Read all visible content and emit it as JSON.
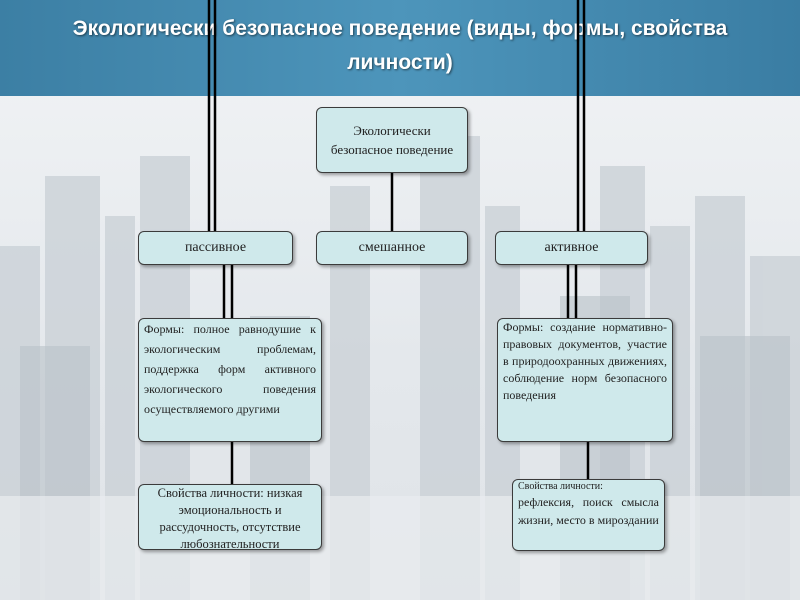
{
  "slide": {
    "title": "Экологически безопасное поведение (виды, формы, свойства личности)"
  },
  "diagram": {
    "root": "Экологически безопасное поведение",
    "types": {
      "passive": "пассивное",
      "mixed": "смешанное",
      "active": "активное"
    },
    "forms": {
      "passive": "Формы: полное равнодушие к экологическим проблемам, поддержка форм активного экологического поведения осуществляемого другими",
      "active": "Формы: создание нормативно-правовых документов, участие в природоохранных движениях, соблюдение норм безопасного поведения"
    },
    "properties": {
      "passive": "Свойства личности: низкая эмоциональность и рассудочность, отсутствие любознательности",
      "active_heading": "Свойства личности:",
      "active_body": "рефлексия, поиск смысла жизни, место в мироздании"
    }
  },
  "colors": {
    "header": "#4a8fb5",
    "box_fill": "#cfe9eb",
    "title_text": "#ffffff"
  }
}
